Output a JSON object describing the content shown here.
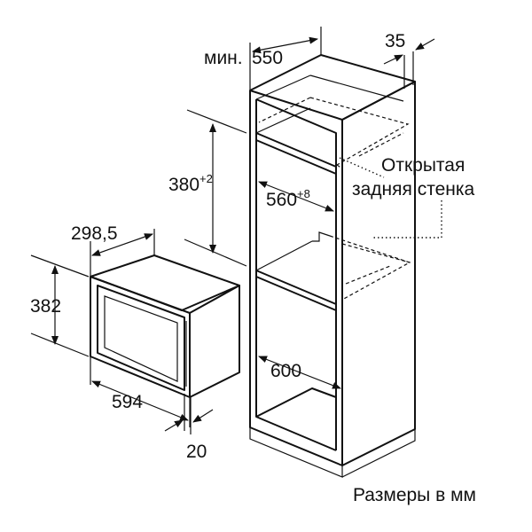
{
  "dimensions": {
    "min_label": "мин.",
    "min_width": "550",
    "side_clearance": "35",
    "niche_height": "380",
    "niche_height_tolerance": "+2",
    "niche_width": "560",
    "niche_width_tolerance": "+8",
    "cabinet_depth": "600",
    "appliance_depth": "298,5",
    "appliance_height": "382",
    "appliance_width": "594",
    "front_panel": "20"
  },
  "notes": {
    "open_back_line1": "Открытая",
    "open_back_line2": "задняя стенка",
    "units": "Размеры в мм"
  }
}
